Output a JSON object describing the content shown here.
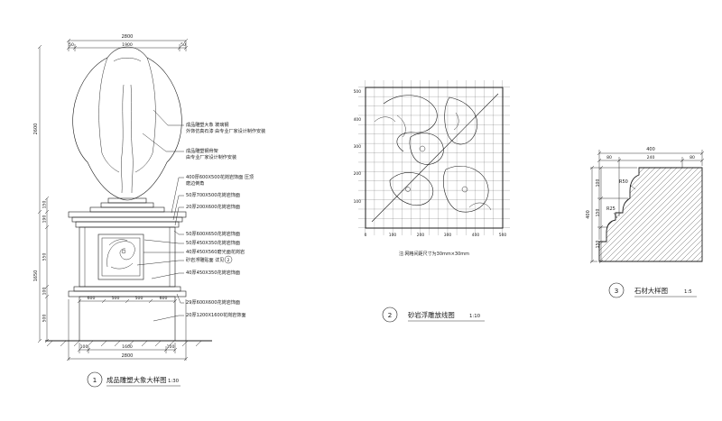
{
  "sheet": {
    "background": "#ffffff",
    "line_color": "#1b1b1b"
  },
  "drawing1": {
    "ref_number": "1",
    "title": "成品雕塑大象大样图",
    "scale": "1:30",
    "panel_ref": "2",
    "dims": {
      "top_total": "2800",
      "top_segments": [
        "50",
        "1900",
        "50"
      ],
      "left_outer": [
        "2600",
        "1650"
      ],
      "left_inner": [
        "150",
        "190",
        "550",
        "100",
        "500"
      ],
      "base_chain": [
        "600",
        "500",
        "500",
        "600"
      ],
      "bottom_segments": [
        "100",
        "1600",
        "100"
      ],
      "bottom_total": "2800"
    },
    "annotations": [
      "成品雕塑大象 玻璃钢",
      "外饰仿真石漆 由专业厂家设计制作安装",
      "成品雕塑钢骨架",
      "由专业厂家设计制作安装",
      "400厚600X500花岗岩饰面 压顶",
      "磨边倒角",
      "50厚700X500花岗岩饰面",
      "20厚200X600花岗岩饰面",
      "50厚600X650花岗岩饰面",
      "50厚450X350花岗岩饰面",
      "40厚450X560磨光面花岗岩",
      "砂岩浮雕贴面 详见",
      "40厚450X350花岗岩饰面",
      "29厚600X600花岗岩饰面",
      "20厚1200X1600花岗岩饰面"
    ]
  },
  "drawing2": {
    "ref_number": "2",
    "title": "砂岩浮雕放线图",
    "scale": "1:10",
    "note": "注:网格间距尺寸为30mm×30mm",
    "x_labels": [
      "0",
      "100",
      "200",
      "300",
      "400",
      "500"
    ],
    "y_labels": [
      "100",
      "200",
      "300",
      "400",
      "500"
    ]
  },
  "drawing3": {
    "ref_number": "3",
    "title": "石材大样图",
    "scale": "1:5",
    "dims": {
      "top_total": "400",
      "top_segments": [
        "80",
        "240",
        "80"
      ],
      "left_total": "400",
      "left_segments": [
        "100",
        "150",
        "150"
      ]
    },
    "radius": [
      "R50",
      "R25"
    ]
  }
}
